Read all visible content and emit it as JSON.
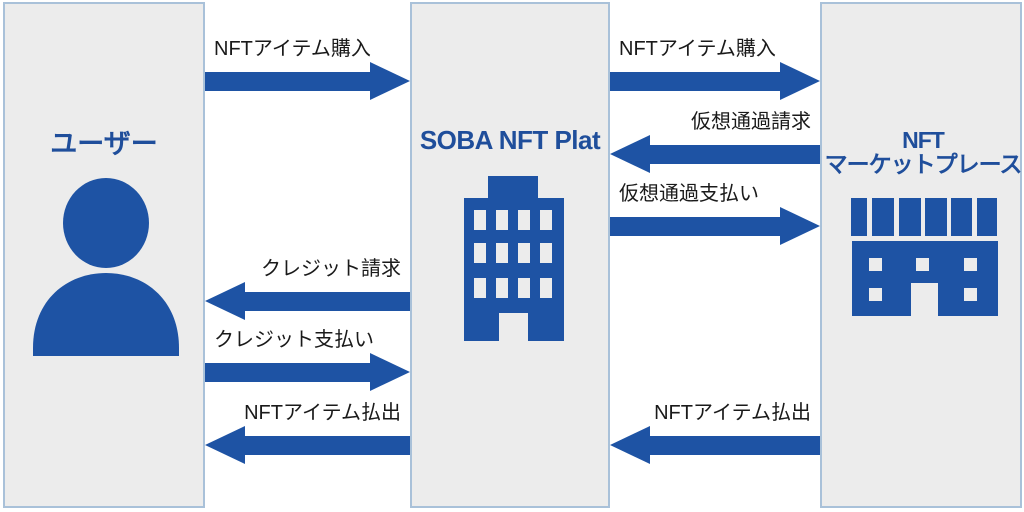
{
  "diagram": {
    "actors": {
      "user": {
        "label": "ユーザー",
        "icon": "person-icon"
      },
      "platform": {
        "label": "SOBA NFT Plat",
        "icon": "building-icon"
      },
      "marketplace": {
        "label_line1": "NFT",
        "label_line2": "マーケットプレース",
        "icon": "store-icon"
      }
    },
    "flows": {
      "left": [
        {
          "label": "NFTアイテム購入",
          "direction": "right",
          "from": "user",
          "to": "platform"
        },
        {
          "label": "クレジット請求",
          "direction": "left",
          "from": "platform",
          "to": "user"
        },
        {
          "label": "クレジット支払い",
          "direction": "right",
          "from": "user",
          "to": "platform"
        },
        {
          "label": "NFTアイテム払出",
          "direction": "left",
          "from": "platform",
          "to": "user"
        }
      ],
      "right": [
        {
          "label": "NFTアイテム購入",
          "direction": "right",
          "from": "platform",
          "to": "marketplace"
        },
        {
          "label": "仮想通過請求",
          "direction": "left",
          "from": "marketplace",
          "to": "platform"
        },
        {
          "label": "仮想通過支払い",
          "direction": "right",
          "from": "platform",
          "to": "marketplace"
        },
        {
          "label": "NFTアイテム払出",
          "direction": "left",
          "from": "marketplace",
          "to": "platform"
        }
      ]
    }
  },
  "colors": {
    "accent": "#1e53a4",
    "title": "#1f4e9b",
    "box_fill": "#ececec",
    "box_border": "#a9c1d9",
    "label_text": "#1a1a1a",
    "background": "#ffffff"
  }
}
